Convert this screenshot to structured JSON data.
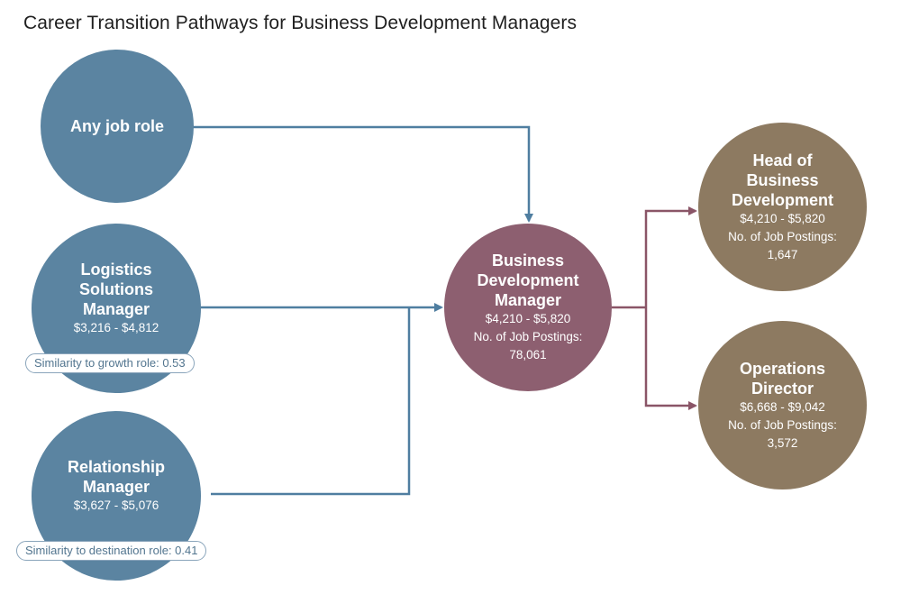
{
  "title": "Career Transition Pathways for Business Development Managers",
  "colors": {
    "source": "#5b84a1",
    "destination": "#8d5f70",
    "growth": "#8d7a61",
    "incoming_arrow": "#4f7ea0",
    "outgoing_arrow": "#8a5567"
  },
  "sources": [
    {
      "name": "Any job role"
    },
    {
      "name": "Logistics Solutions Manager",
      "salary": "$3,216 - $4,812",
      "similarity": "Similarity to growth role: 0.53"
    },
    {
      "name": "Relationship Manager",
      "salary": "$3,627 - $5,076",
      "similarity": "Similarity to destination role: 0.41"
    }
  ],
  "center": {
    "name": "Business Development Manager",
    "salary": "$4,210 - $5,820",
    "postings_label": "No. of Job Postings:",
    "postings": "78,061"
  },
  "targets": [
    {
      "name": "Head of Business Development",
      "salary": "$4,210 - $5,820",
      "postings_label": "No. of Job Postings:",
      "postings": "1,647"
    },
    {
      "name": "Operations Director",
      "salary": "$6,668 - $9,042",
      "postings_label": "No. of Job Postings:",
      "postings": "3,572"
    }
  ]
}
